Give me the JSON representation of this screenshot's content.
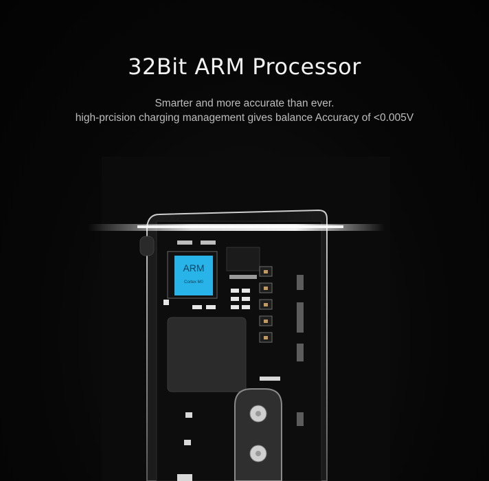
{
  "header": {
    "title": "32Bit ARM Processor",
    "subtitle_line1": "Smarter and more accurate than ever.",
    "subtitle_line2": "high-prcision charging management gives balance Accuracy of <0.005V"
  },
  "chip": {
    "label": "ARM",
    "sublabel": "Cortex M0",
    "color": "#28b4e8"
  }
}
